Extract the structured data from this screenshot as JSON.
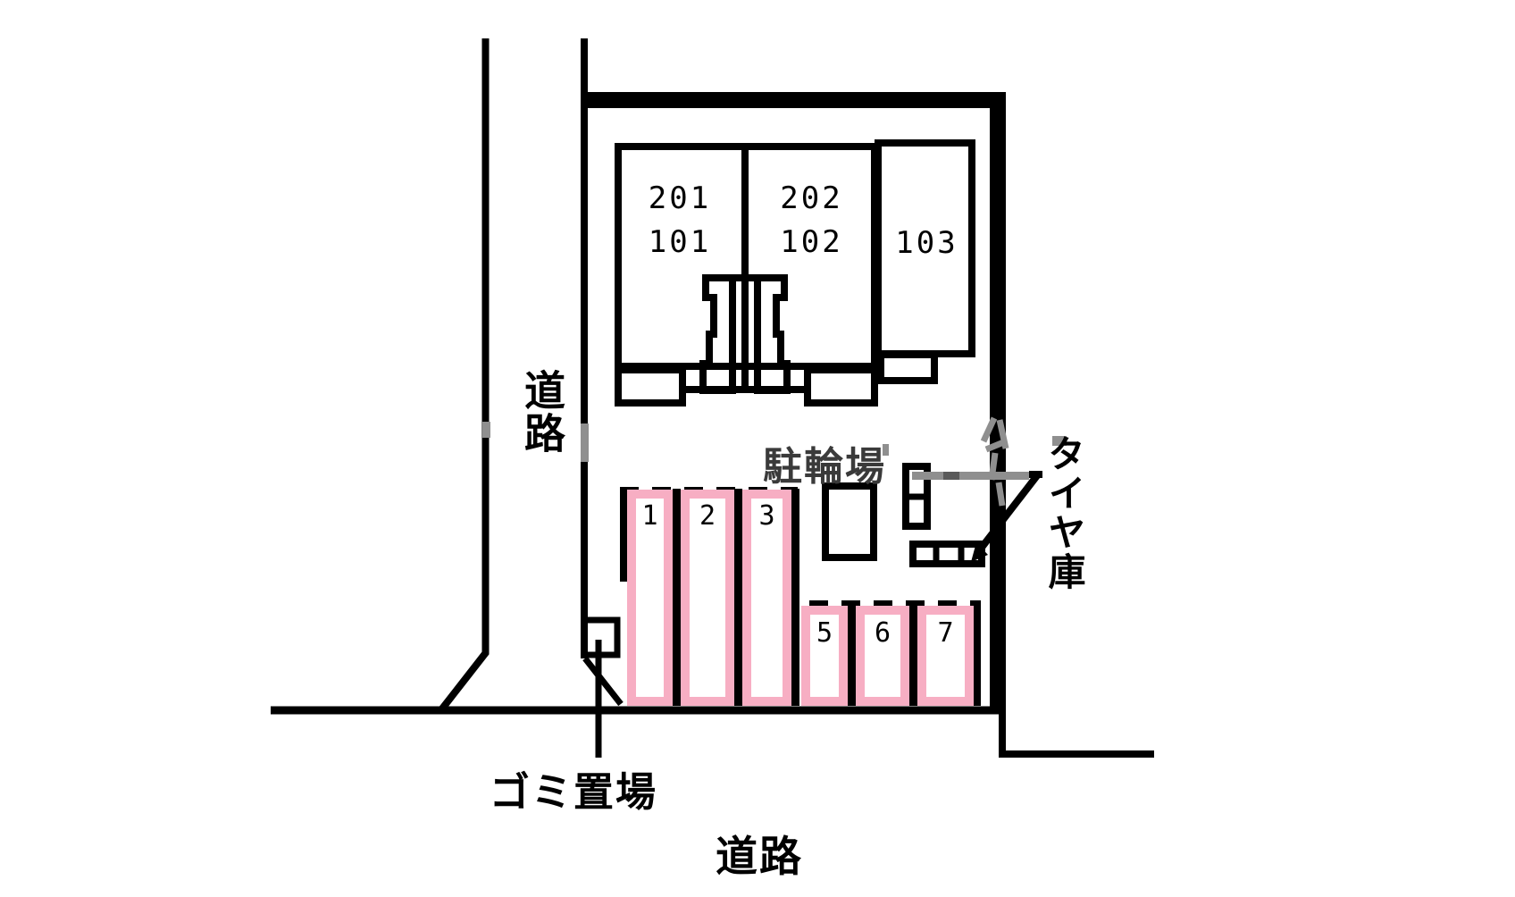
{
  "title": "apartment site layout plan",
  "building": {
    "rooms": [
      {
        "id": "room-201-101",
        "line1": "201",
        "line2": "101"
      },
      {
        "id": "room-202-102",
        "line1": "202",
        "line2": "102"
      },
      {
        "id": "room-103",
        "line1": "103",
        "line2": ""
      }
    ]
  },
  "labels": {
    "bicycle_parking": "駐輪場",
    "tire_storage": "タイヤ庫",
    "garbage_area": "ゴミ置場",
    "road_left": "道路",
    "road_bottom": "道路"
  },
  "parking": {
    "spaces": [
      {
        "number": "1"
      },
      {
        "number": "2"
      },
      {
        "number": "3"
      },
      {
        "number": "5"
      },
      {
        "number": "6"
      },
      {
        "number": "7"
      }
    ]
  },
  "colors": {
    "line_black": "#000000",
    "space_pink": "#f7aec3",
    "label_gray": "#3a3a3a",
    "watermark_gray": "#8f8f8f"
  }
}
